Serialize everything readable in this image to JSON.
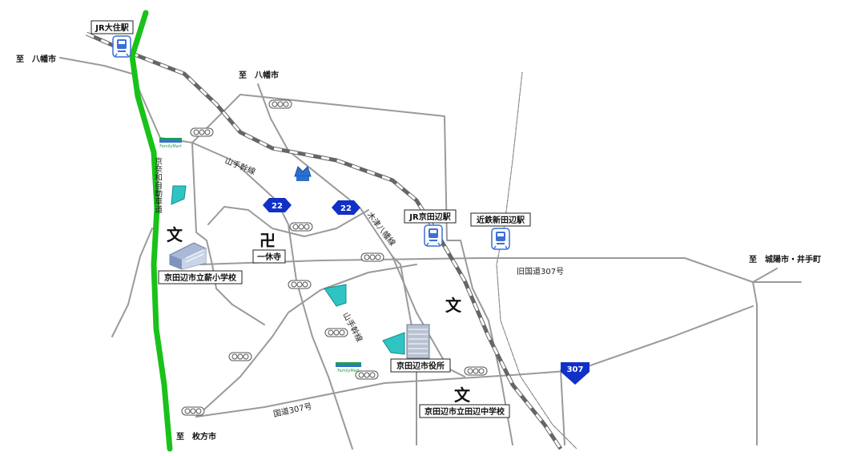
{
  "directions": {
    "yawata_west": "至　八幡市",
    "yawata_north": "至　八幡市",
    "joyo_ide": "至　城陽市・井手町",
    "hirakata": "至　枚方市"
  },
  "stations": {
    "jr_osumi": "JR大住駅",
    "jr_kyotanabe": "JR京田辺駅",
    "kintetsu_shintanabe": "近鉄新田辺駅"
  },
  "places": {
    "ikkyuji": "一休寺",
    "shin_elementary": "京田辺市立薪小学校",
    "city_hall": "京田辺市役所",
    "tanabe_junior_high": "京田辺市立田辺中学校"
  },
  "roads": {
    "yamate_1": "山手幹線",
    "yamate_2": "山手幹線",
    "kizu_yawata": "木津八幡線",
    "old_307": "旧国道307号",
    "route_307": "国道307号",
    "expressway": "京奈和自動車道"
  },
  "route_shields": {
    "r22_a": "22",
    "r22_b": "22",
    "r307": "307"
  },
  "symbols": {
    "temple": "卍",
    "school": "文"
  },
  "stores": {
    "familymart_logo": "FamilyMart"
  },
  "colors": {
    "expressway": "#19c219",
    "road": "#9a9a9a",
    "jr_rail": "#666666",
    "route_shield": "#1030c8",
    "pond": "#2ec4c4",
    "station_icon": "#3b6fd9"
  }
}
